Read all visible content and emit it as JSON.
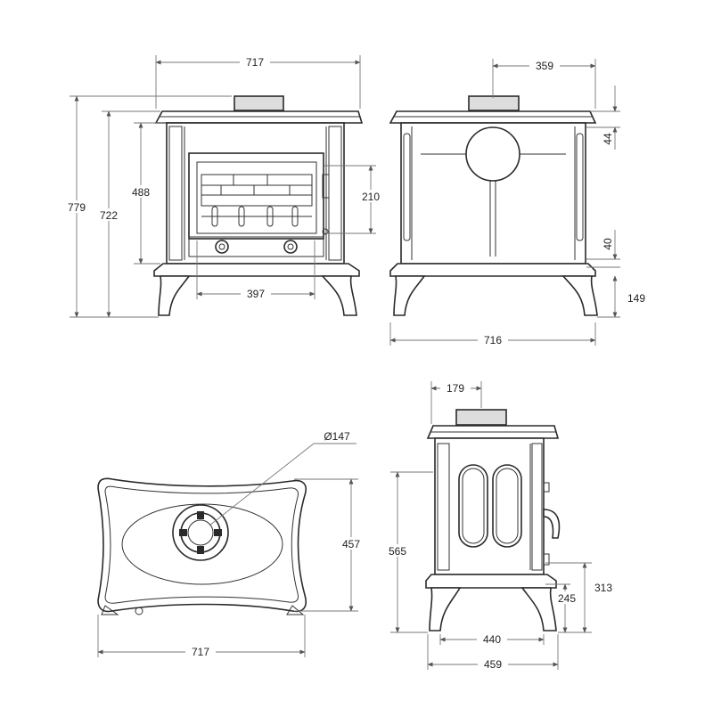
{
  "figure": "stove-dimension-drawing",
  "front_view": {
    "width": "717",
    "total_height": "779",
    "body_height": "722",
    "firebox_height": "488",
    "door_height": "210",
    "door_width": "397"
  },
  "rear_view": {
    "flue_offset": "359",
    "top_to_flue": "44",
    "flue_to_bottom": "40",
    "leg_height": "149",
    "width": "716"
  },
  "top_view": {
    "flue_diameter": "Ø147",
    "depth": "457",
    "width": "717"
  },
  "side_view": {
    "flue_offset": "179",
    "body_height": "565",
    "outlet_height_low": "245",
    "outlet_height_high": "313",
    "leg_span": "440",
    "depth": "459"
  }
}
